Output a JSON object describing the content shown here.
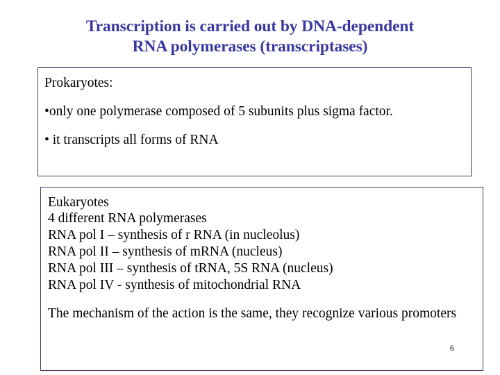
{
  "slide": {
    "background_color": "#ffffff",
    "title": {
      "color": "#3A37A0",
      "line1": "Transcription is carried out by DNA-dependent",
      "line2": "RNA polymerases (transcriptases)"
    },
    "slide_number": "6",
    "boxes": [
      {
        "name": "prokaryotes",
        "border_color": "#3A3860",
        "paragraphs": [
          "Prokaryotes:",
          "•only one polymerase composed of 5 subunits plus sigma factor.",
          "• it transcripts all forms of RNA"
        ]
      },
      {
        "name": "eukaryotes",
        "border_color": "#3A3860",
        "heading": "Eukaryotes",
        "list": [
          "4 different RNA polymerases",
          "RNA pol I –   synthesis of r RNA (in nucleolus)",
          "RNA pol II –  synthesis of  mRNA (nucleus)",
          "RNA pol III – synthesis of  tRNA, 5S RNA (nucleus)",
          "RNA pol IV  - synthesis of mitochondrial RNA"
        ],
        "closing": "The mechanism of the action is the same,  they recognize various promoters"
      }
    ]
  }
}
